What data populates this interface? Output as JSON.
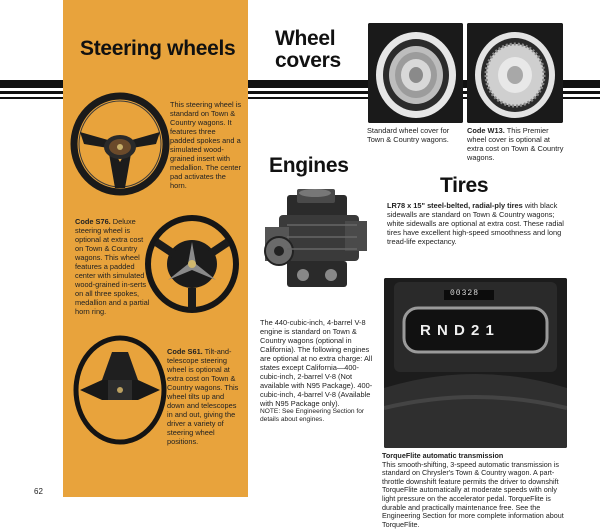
{
  "steering": {
    "title": "Steering wheels",
    "text1": "This steering wheel is standard on Town & Country wagons. It features three padded spokes and a simulated wood-grained insert with medallion. The center pad activates the horn.",
    "s76_code": "Code S76.",
    "s76_text": " Deluxe steering wheel is optional at extra cost on Town & Country wagons. This wheel features a padded center with simulated wood-grained in-serts on all three spokes, medallion and a partial horn ring.",
    "s61_code": "Code S61.",
    "s61_text": " Tilt-and-telescope steering wheel is optional at extra cost on Town & Country wagons. This wheel tilts up and down and telescopes in and out, giving the driver a variety of steering wheel positions."
  },
  "covers": {
    "title_line1": "Wheel",
    "title_line2": "covers",
    "caption1": "Standard wheel cover for Town & Country wagons.",
    "w13_code": "Code W13.",
    "w13_text": " This Premier wheel cover is optional at extra cost on Town & Country wagons."
  },
  "engines": {
    "title": "Engines",
    "text": "The 440-cubic-inch, 4-barrel V-8 engine is standard on Town & Country wagons (optional in California). The following engines are optional at no extra charge: All states except California—400-cubic-inch, 2-barrel V-8 (Not available with N95 Package). 400-cubic-inch, 4-barrel V-8 (Available with N95 Package only).",
    "note": "NOTE: See Engineering Section for details about engines."
  },
  "tires": {
    "title": "Tires",
    "lead": "LR78 x 15\" steel-belted, radial-ply tires",
    "text": " with black sidewalls are standard on Town & Country wagons; white sidewalls are optional at extra cost. These radial tires have excellent high-speed smoothness and long tread-life expectancy."
  },
  "torqueflite": {
    "gauge_text": "R N D 2 1",
    "odometer": "00328",
    "title": "TorqueFlite automatic transmission",
    "text": "This smooth-shifting, 3-speed automatic transmission is standard on Chrysler's Town & Country wagon. A part-throttle downshift feature permits the driver to downshift TorqueFlite automatically at moderate speeds with only light pressure on the accelerator pedal. TorqueFlite is durable and practically maintenance free. See the Engineering Section for more complete information about TorqueFlite."
  },
  "page_number": "62",
  "colors": {
    "panel": "#e8a33c",
    "ink": "#111111"
  }
}
